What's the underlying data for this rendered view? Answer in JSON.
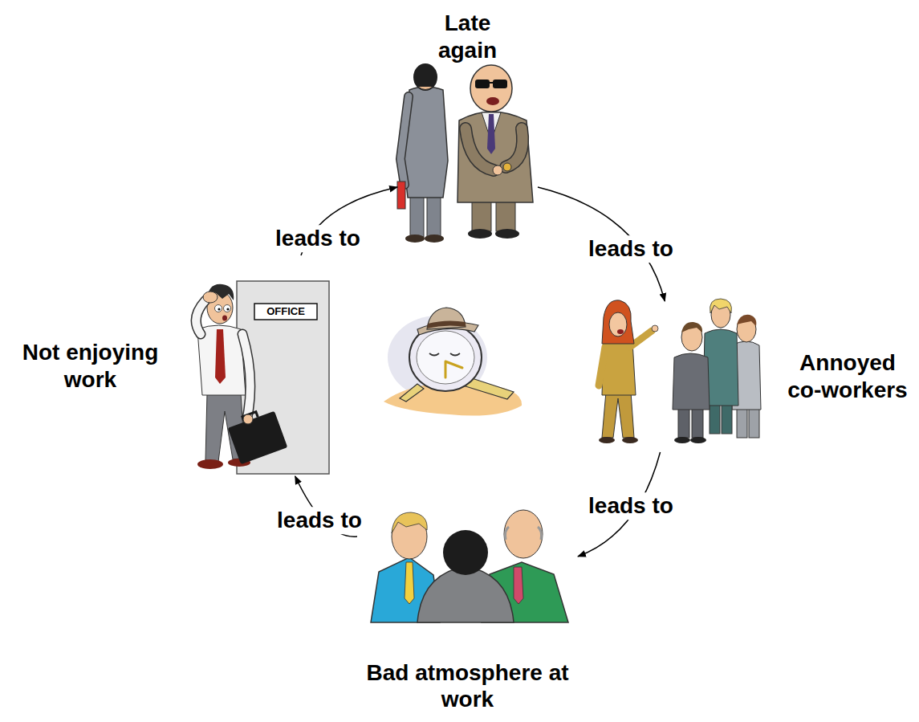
{
  "diagram": {
    "nodes": [
      {
        "text": [
          "Late again"
        ]
      },
      {
        "text": [
          "Not enjoying work"
        ]
      },
      {
        "text": [
          "Annoyed co-workers"
        ]
      },
      {
        "text": [
          "Bad atmosphere at work"
        ]
      }
    ],
    "edges": [
      {
        "from": 0,
        "to": 2,
        "arrow": "to",
        "label": "leads to"
      },
      {
        "from": 2,
        "to": 3,
        "arrow": "to",
        "label": "leads to"
      },
      {
        "from": 3,
        "to": 1,
        "arrow": "to",
        "label": "leads to"
      },
      {
        "from": 1,
        "to": 0,
        "arrow": "to",
        "label": "leads to"
      }
    ],
    "labels": [
      "OFFICE"
    ]
  }
}
